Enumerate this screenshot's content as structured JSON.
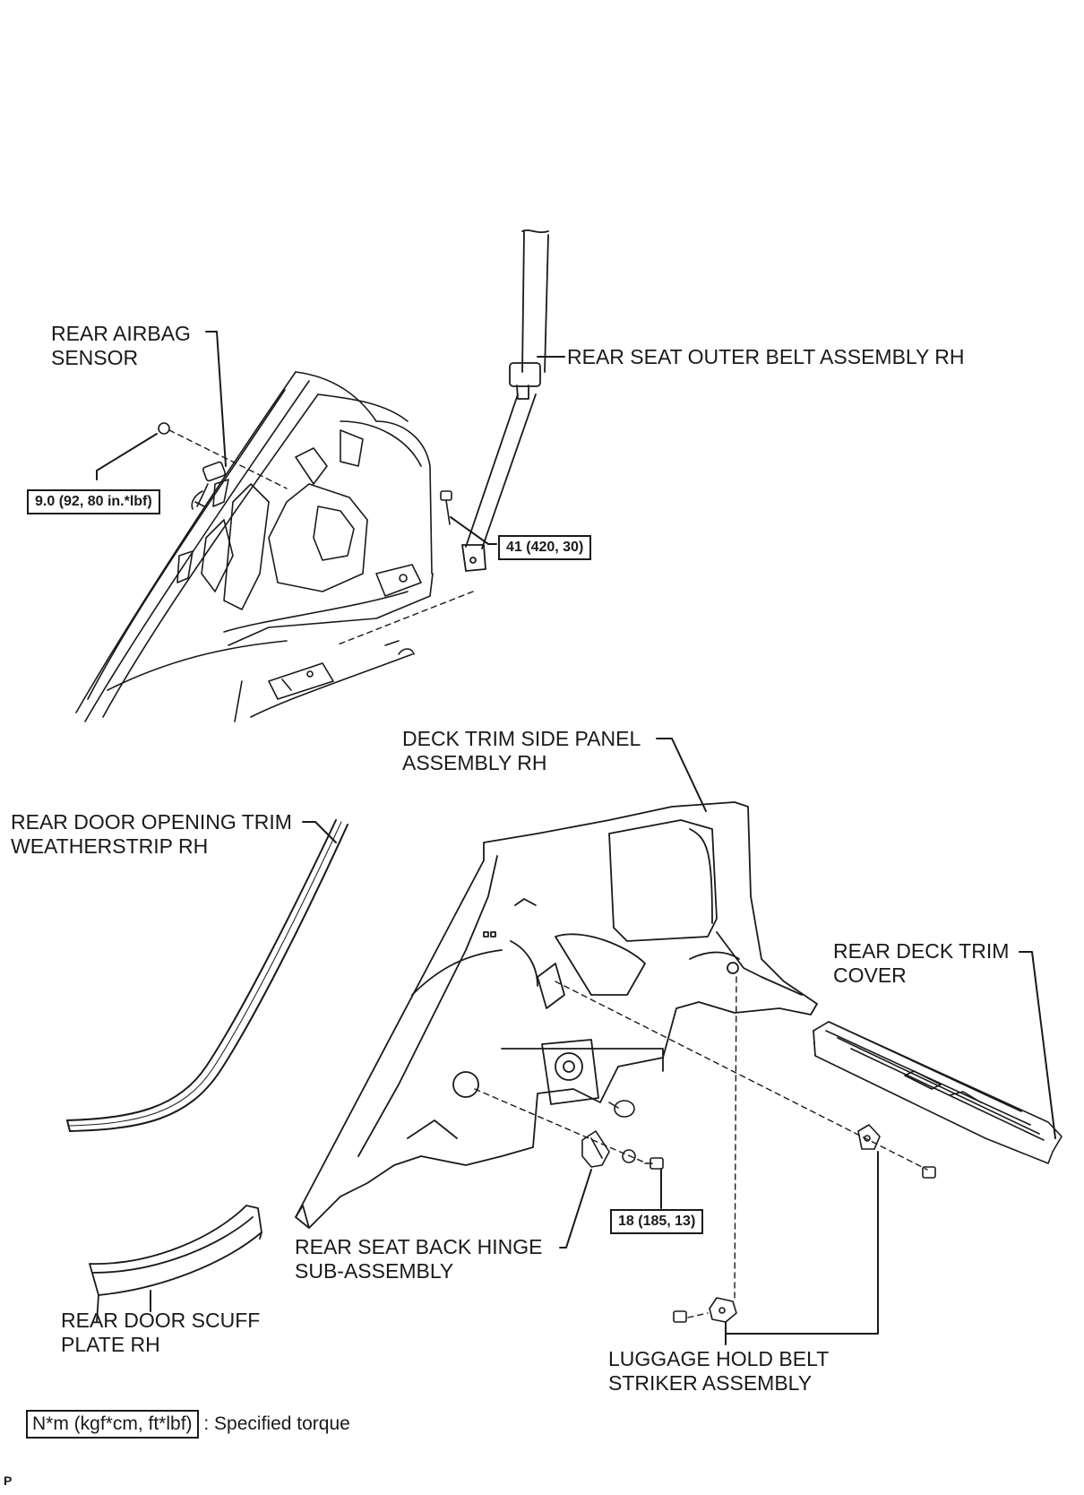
{
  "labels": {
    "rear_airbag_sensor": [
      "REAR AIRBAG",
      "SENSOR"
    ],
    "rear_seat_outer_belt": [
      "REAR SEAT OUTER BELT ASSEMBLY RH"
    ],
    "deck_trim_side_panel": [
      "DECK TRIM SIDE PANEL",
      "ASSEMBLY RH"
    ],
    "rear_door_opening_trim": [
      "REAR DOOR OPENING TRIM",
      "WEATHERSTRIP RH"
    ],
    "rear_deck_trim_cover": [
      "REAR DECK TRIM",
      "COVER"
    ],
    "rear_seat_back_hinge": [
      "REAR SEAT BACK HINGE",
      "SUB-ASSEMBLY"
    ],
    "rear_door_scuff_plate": [
      "REAR DOOR SCUFF",
      "PLATE RH"
    ],
    "luggage_hold_belt_striker": [
      "LUGGAGE HOLD BELT",
      "STRIKER ASSEMBLY"
    ]
  },
  "torques": {
    "airbag_sensor_nut": "9.0 (92, 80 in.*lbf)",
    "belt_anchor_bolt": "41 (420, 30)",
    "hinge_bolt": "18 (185, 13)"
  },
  "legend": {
    "unit": "N*m (kgf*cm, ft*lbf)",
    "text": ": Specified torque"
  },
  "corner_mark": "P"
}
